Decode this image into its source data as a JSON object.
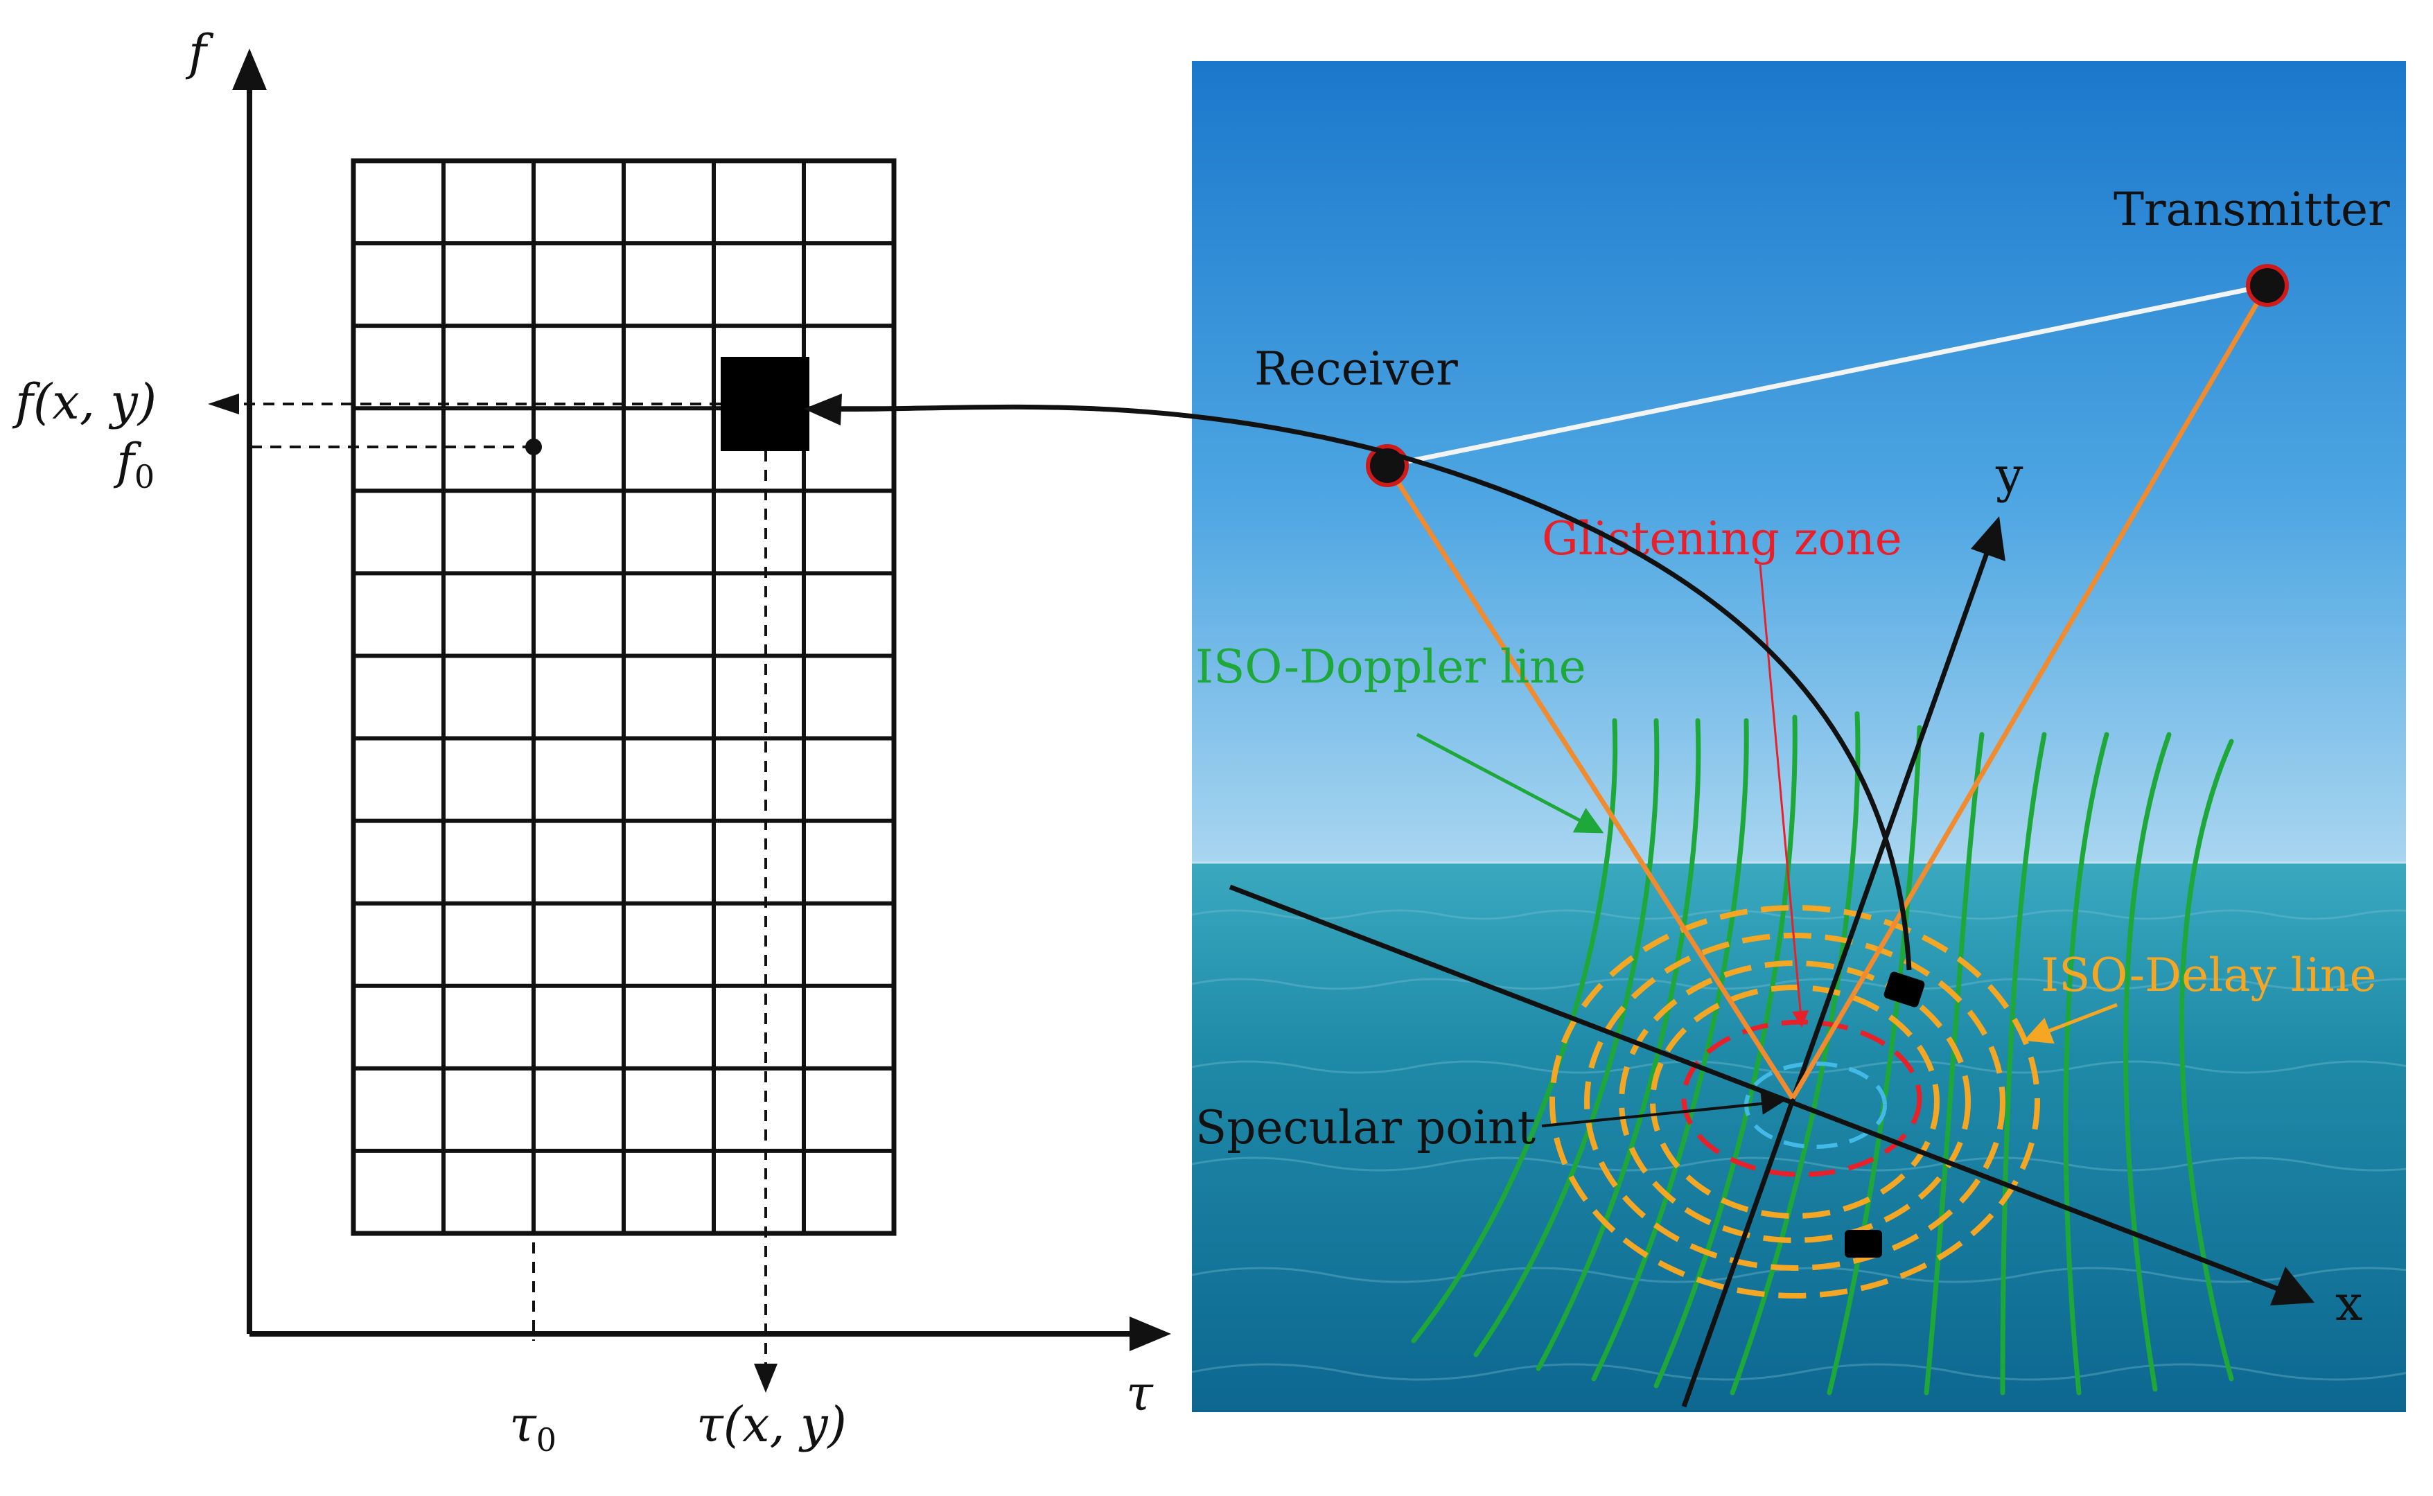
{
  "left_panel": {
    "axis_y_label": "f",
    "axis_x_label": "τ",
    "f_xy_label": "f(x, y)",
    "f0_label": "f",
    "f0_subscript": "0",
    "tau0_label": "τ",
    "tau0_subscript": "0",
    "tau_xy_label": "τ(x, y)",
    "grid_rows": 13,
    "grid_cols": 6,
    "highlighted_cell": {
      "row": 2,
      "col": 4
    },
    "reference_point": {
      "row": 3,
      "col": 2
    }
  },
  "right_panel": {
    "transmitter_label": "Transmitter",
    "receiver_label": "Receiver",
    "glistening_zone_label": "Glistening  zone",
    "iso_doppler_label": "ISO-Doppler  line",
    "iso_delay_label": "ISO-Delay line",
    "specular_point_label": "Specular point",
    "x_axis_label": "x",
    "y_axis_label": "y"
  },
  "colors": {
    "sky_top": "#1e7fd0",
    "sky_bottom": "#9ccfee",
    "sea_top": "#2a9fb8",
    "sea_bottom": "#0f6d92",
    "orange_ray": "#f28a2e",
    "green_doppler": "#1fa83a",
    "yellow_delay": "#f5a623",
    "red_glisten": "#e8202a",
    "station_fill": "#111111",
    "station_ring": "#d01a1a"
  }
}
